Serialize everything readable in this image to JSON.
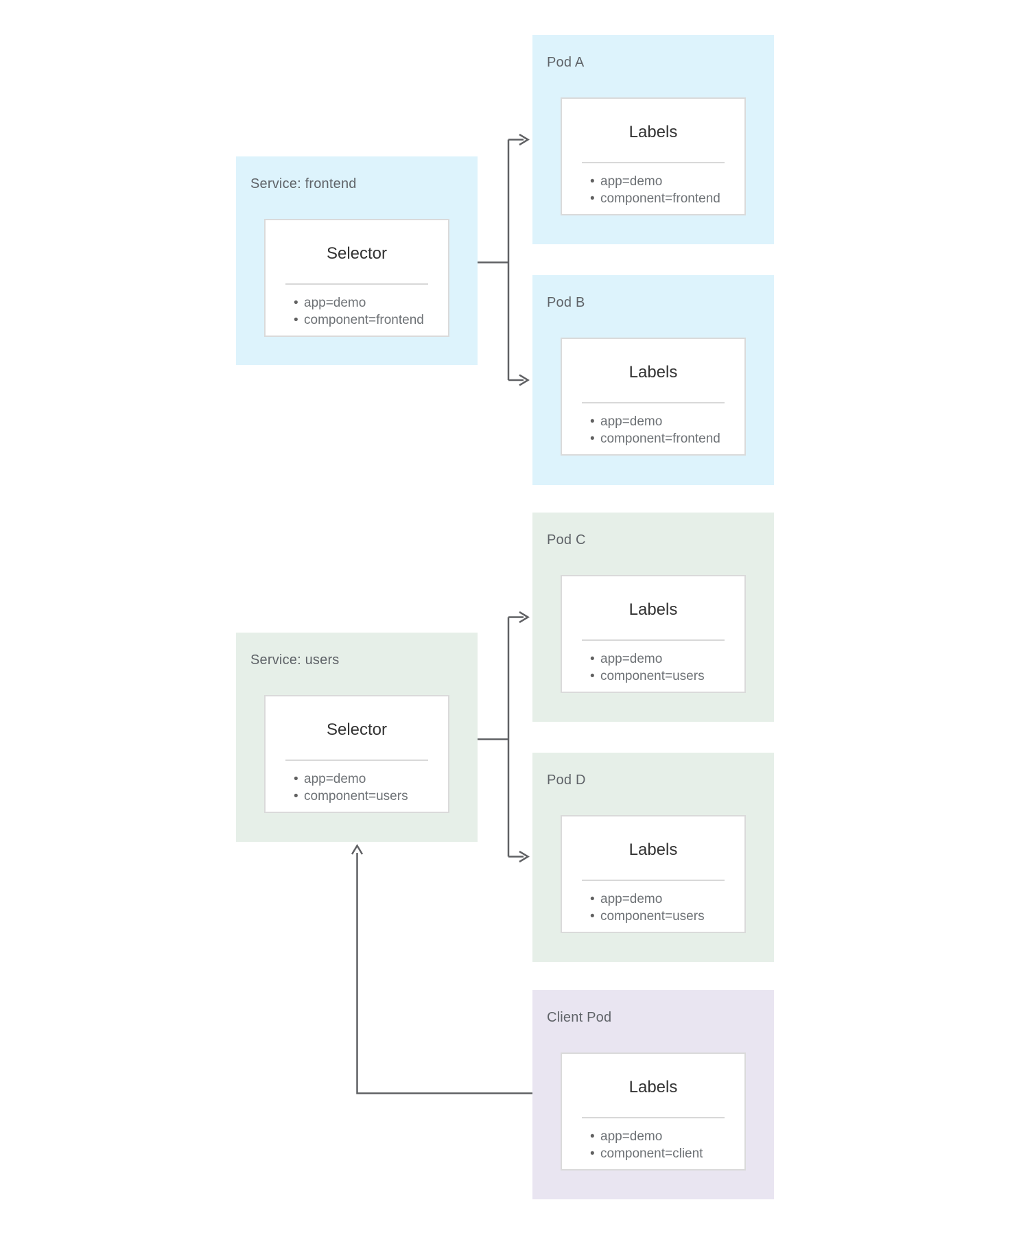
{
  "colors": {
    "blue": "#ddf3fc",
    "green": "#e6efe8",
    "purple": "#e9e5f1",
    "line": "#5f6063",
    "label_text": "#5f6368",
    "title_text": "#323232",
    "item_text": "#6d7175",
    "bullet": "#616161",
    "divider": "#d8d8d8",
    "card_border": "#dadada"
  },
  "boxes": {
    "service_frontend": {
      "label": "Service: frontend",
      "card_title": "Selector",
      "items": [
        "app=demo",
        "component=frontend"
      ]
    },
    "pod_a": {
      "label": "Pod A",
      "card_title": "Labels",
      "items": [
        "app=demo",
        "component=frontend"
      ]
    },
    "pod_b": {
      "label": "Pod B",
      "card_title": "Labels",
      "items": [
        "app=demo",
        "component=frontend"
      ]
    },
    "service_users": {
      "label": "Service: users",
      "card_title": "Selector",
      "items": [
        "app=demo",
        "component=users"
      ]
    },
    "pod_c": {
      "label": "Pod C",
      "card_title": "Labels",
      "items": [
        "app=demo",
        "component=users"
      ]
    },
    "pod_d": {
      "label": "Pod D",
      "card_title": "Labels",
      "items": [
        "app=demo",
        "component=users"
      ]
    },
    "client_pod": {
      "label": "Client Pod",
      "card_title": "Labels",
      "items": [
        "app=demo",
        "component=client"
      ]
    }
  }
}
